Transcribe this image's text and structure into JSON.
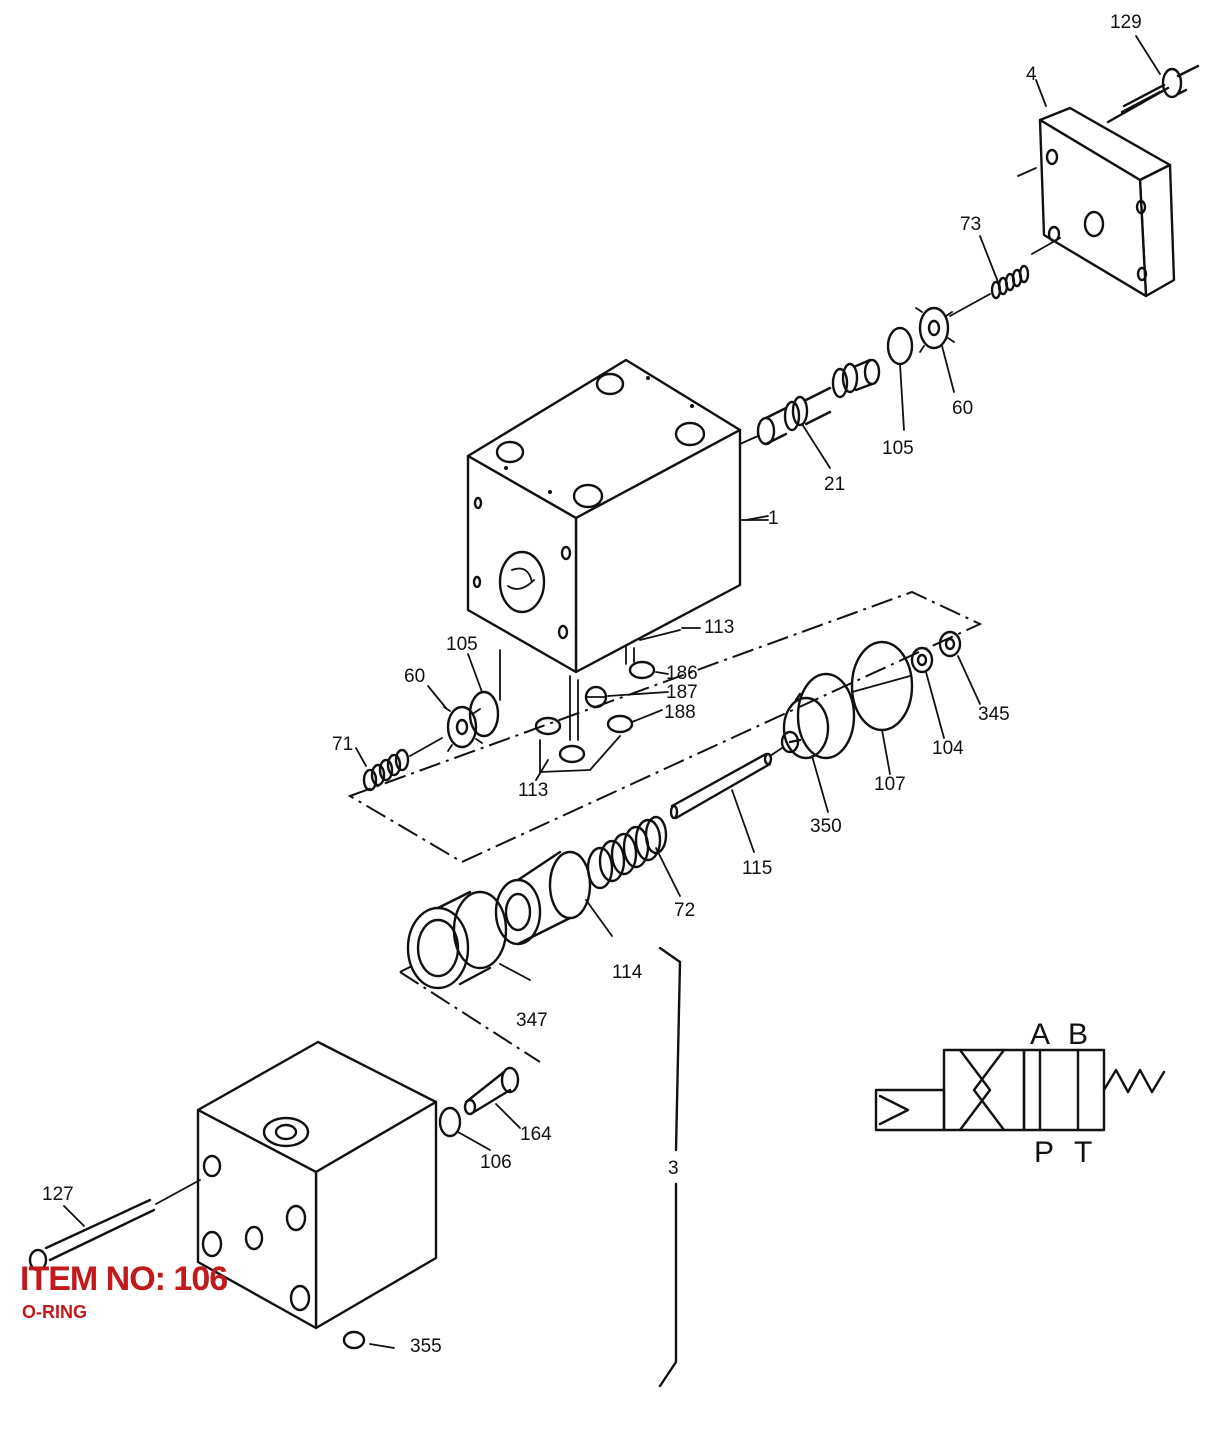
{
  "item": {
    "title": "ITEM NO: 106",
    "subtitle": "O-RING",
    "accent_color": "#c21a1a"
  },
  "labels": [
    "129",
    "4",
    "73",
    "60",
    "105",
    "21",
    "1",
    "113",
    "186",
    "187",
    "188",
    "105",
    "60",
    "71",
    "113",
    "345",
    "104",
    "107",
    "350",
    "115",
    "72",
    "114",
    "347",
    "164",
    "106",
    "3",
    "127",
    "355"
  ],
  "symbol": {
    "port_a": "A",
    "port_b": "B",
    "port_p": "P",
    "port_t": "T"
  }
}
